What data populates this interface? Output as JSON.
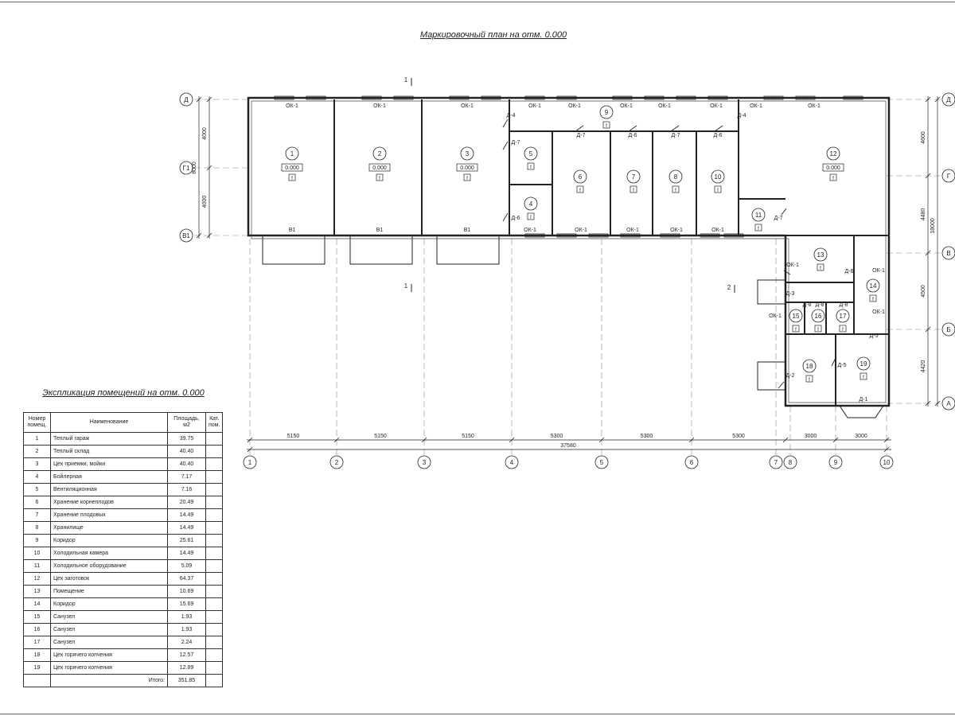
{
  "plan_title": "Маркировочный план на отм. 0.000",
  "explication_title": "Экспликация помещений на отм. 0.000",
  "table": {
    "headers": {
      "number": "Номер помещ.",
      "name": "Наименование",
      "area": "Площадь, м2",
      "category": "Кат. пом."
    },
    "rows": [
      {
        "no": "1",
        "name": "Теплый гараж",
        "area": "39.75"
      },
      {
        "no": "2",
        "name": "Теплый склад",
        "area": "40.40"
      },
      {
        "no": "3",
        "name": "Цех приемки, мойки",
        "area": "40.40"
      },
      {
        "no": "4",
        "name": "Бойлерная",
        "area": "7.17"
      },
      {
        "no": "5",
        "name": "Вентиляционная",
        "area": "7.16"
      },
      {
        "no": "6",
        "name": "Хранение корнеплодов",
        "area": "20.49"
      },
      {
        "no": "7",
        "name": "Хранение плодовых",
        "area": "14.49"
      },
      {
        "no": "8",
        "name": "Хранилище",
        "area": "14.49"
      },
      {
        "no": "9",
        "name": "Коридор",
        "area": "25.61"
      },
      {
        "no": "10",
        "name": "Холодильная камера",
        "area": "14.49"
      },
      {
        "no": "11",
        "name": "Холодильное оборудование",
        "area": "5.09"
      },
      {
        "no": "12",
        "name": "Цех заготовок",
        "area": "64.37"
      },
      {
        "no": "13",
        "name": "Помещение",
        "area": "10.69"
      },
      {
        "no": "14",
        "name": "Коридор",
        "area": "15.69"
      },
      {
        "no": "15",
        "name": "Санузел",
        "area": "1.93"
      },
      {
        "no": "16",
        "name": "Санузел",
        "area": "1.93"
      },
      {
        "no": "17",
        "name": "Санузел",
        "area": "2.24"
      },
      {
        "no": "18",
        "name": "Цех горячего копчения",
        "area": "12.57"
      },
      {
        "no": "19",
        "name": "Цех горячего копчения",
        "area": "12.89"
      }
    ],
    "total_label": "Итого:",
    "total_value": "351.85"
  },
  "axes": {
    "columns": [
      "1",
      "2",
      "3",
      "4",
      "5",
      "6",
      "7",
      "8",
      "9",
      "10"
    ],
    "rows_left": [
      "Д",
      "Г1",
      "В1"
    ],
    "rows_right": [
      "Д",
      "Г",
      "В",
      "Б",
      "А"
    ]
  },
  "dimensions": {
    "bottom_spans": [
      "5150",
      "5150",
      "5150",
      "5300",
      "5300",
      "5300",
      "3000",
      "3000"
    ],
    "bottom_total": "37580",
    "left_spans": [
      "4000",
      "4000"
    ],
    "left_total": "8000",
    "right_spans": [
      "4600",
      "4480",
      "4500",
      "4420"
    ],
    "right_total": "18000"
  },
  "rooms": [
    {
      "no": "1",
      "level": "0.000",
      "flag": "f"
    },
    {
      "no": "2",
      "level": "0.000",
      "flag": "f"
    },
    {
      "no": "3",
      "level": "0.000",
      "flag": "f"
    },
    {
      "no": "4",
      "flag": "f"
    },
    {
      "no": "5",
      "flag": "f"
    },
    {
      "no": "6",
      "flag": "f"
    },
    {
      "no": "7",
      "flag": "f"
    },
    {
      "no": "8",
      "flag": "f"
    },
    {
      "no": "9",
      "flag": "f"
    },
    {
      "no": "10",
      "flag": "f"
    },
    {
      "no": "11",
      "flag": "f"
    },
    {
      "no": "12",
      "level": "0.000",
      "flag": "f"
    },
    {
      "no": "13",
      "flag": "f"
    },
    {
      "no": "14",
      "flag": "f"
    },
    {
      "no": "15",
      "flag": "f"
    },
    {
      "no": "16",
      "flag": "f"
    },
    {
      "no": "17",
      "flag": "f"
    },
    {
      "no": "18",
      "flag": "f"
    },
    {
      "no": "19",
      "flag": "f"
    }
  ],
  "openings": [
    "ОК-1",
    "ОК-1",
    "ОК-1",
    "ОК-1",
    "ОК-1",
    "ОК-1",
    "ОК-1",
    "ОК-1",
    "ОК-1",
    "В1",
    "В1",
    "В1",
    "ОК-1",
    "ОК-1",
    "ОК-1",
    "ОК-1",
    "ОК-1",
    "Д-4",
    "Д-4",
    "Д-7",
    "Д-7",
    "Д-6",
    "Д-7",
    "Д-6",
    "Д-6",
    "Д-7",
    "ОК-1",
    "Д-6",
    "ОК-1",
    "ОК-1",
    "Д-3",
    "Д-8",
    "Д-8",
    "Д-8",
    "ОК-1",
    "ОК-1",
    "Д-5",
    "Д-2",
    "Д-5",
    "Д-1"
  ],
  "section_marks": [
    "1",
    "1",
    "2"
  ]
}
